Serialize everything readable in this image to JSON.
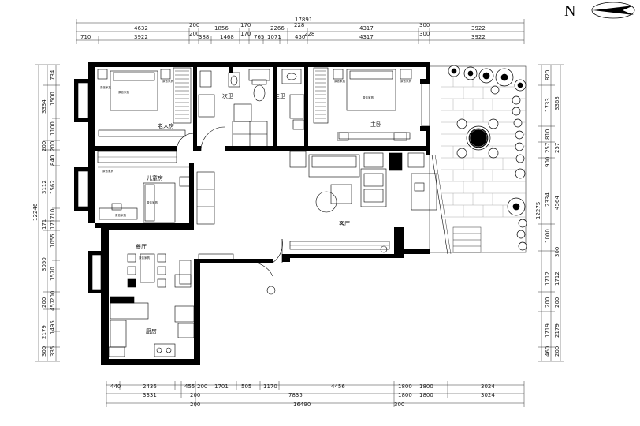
{
  "north": {
    "label": "N"
  },
  "top_dims": {
    "total": "17891",
    "row1": [
      "4632",
      "200",
      "1856",
      "170",
      "2266",
      "228",
      "4317",
      "300",
      "3922"
    ],
    "row2": [
      "710",
      "3922",
      "200",
      "388",
      "1468",
      "170",
      "765",
      "1071",
      "430",
      "228",
      "4317",
      "300",
      "3922"
    ]
  },
  "bottom_dims": {
    "row1": [
      "440",
      "2436",
      "455",
      "200",
      "1701",
      "505",
      "1170",
      "7835",
      "4456",
      "1800",
      "1800",
      "3024"
    ],
    "row2": [
      "3331",
      "200",
      "1800",
      "1800",
      "3024"
    ],
    "row3": [
      "200",
      "16490",
      "300"
    ]
  },
  "left_dims": {
    "total": "12246",
    "inner": [
      "734",
      "3334",
      "1500",
      "1100",
      "200",
      "200",
      "3112",
      "840",
      "1562",
      "710",
      "171",
      "171",
      "1055",
      "3050",
      "1570",
      "200",
      "200",
      "457",
      "2179",
      "1495",
      "300",
      "335"
    ]
  },
  "right_dims": {
    "total": "12275",
    "inner": [
      "820",
      "3363",
      "1733",
      "810",
      "257",
      "257",
      "900",
      "4564",
      "2334",
      "1000",
      "300",
      "1712",
      "1712",
      "200",
      "200",
      "1719",
      "2179",
      "460",
      "200"
    ]
  },
  "rooms": {
    "elder": "老人房",
    "master": "主卧",
    "children": "儿童房",
    "guest_bath": "次卫",
    "master_bath": "主卫",
    "living": "客厅",
    "dining": "餐厅",
    "kitchen": "厨房"
  },
  "furniture_label": "原依家具"
}
